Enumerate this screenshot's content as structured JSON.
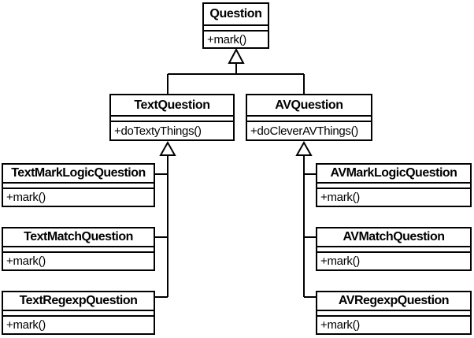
{
  "diagram": {
    "type": "uml-class-diagram",
    "classes": [
      {
        "name": "Question",
        "attributes": [],
        "methods": [
          "+mark()"
        ]
      },
      {
        "name": "TextQuestion",
        "attributes": [],
        "methods": [
          "+doTextyThings()"
        ]
      },
      {
        "name": "AVQuestion",
        "attributes": [],
        "methods": [
          "+doCleverAVThings()"
        ]
      },
      {
        "name": "TextMarkLogicQuestion",
        "attributes": [],
        "methods": [
          "+mark()"
        ]
      },
      {
        "name": "TextMatchQuestion",
        "attributes": [],
        "methods": [
          "+mark()"
        ]
      },
      {
        "name": "TextRegexpQuestion",
        "attributes": [],
        "methods": [
          "+mark()"
        ]
      },
      {
        "name": "AVMarkLogicQuestion",
        "attributes": [],
        "methods": [
          "+mark()"
        ]
      },
      {
        "name": "AVMatchQuestion",
        "attributes": [],
        "methods": [
          "+mark()"
        ]
      },
      {
        "name": "AVRegexpQuestion",
        "attributes": [],
        "methods": [
          "+mark()"
        ]
      }
    ],
    "relations": [
      {
        "child": "TextQuestion",
        "parent": "Question",
        "type": "generalization"
      },
      {
        "child": "AVQuestion",
        "parent": "Question",
        "type": "generalization"
      },
      {
        "child": "TextMarkLogicQuestion",
        "parent": "TextQuestion",
        "type": "generalization"
      },
      {
        "child": "TextMatchQuestion",
        "parent": "TextQuestion",
        "type": "generalization"
      },
      {
        "child": "TextRegexpQuestion",
        "parent": "TextQuestion",
        "type": "generalization"
      },
      {
        "child": "AVMarkLogicQuestion",
        "parent": "AVQuestion",
        "type": "generalization"
      },
      {
        "child": "AVMatchQuestion",
        "parent": "AVQuestion",
        "type": "generalization"
      },
      {
        "child": "AVRegexpQuestion",
        "parent": "AVQuestion",
        "type": "generalization"
      }
    ],
    "colors": {
      "line": "#000000",
      "background": "#ffffff",
      "text": "#000000"
    }
  }
}
